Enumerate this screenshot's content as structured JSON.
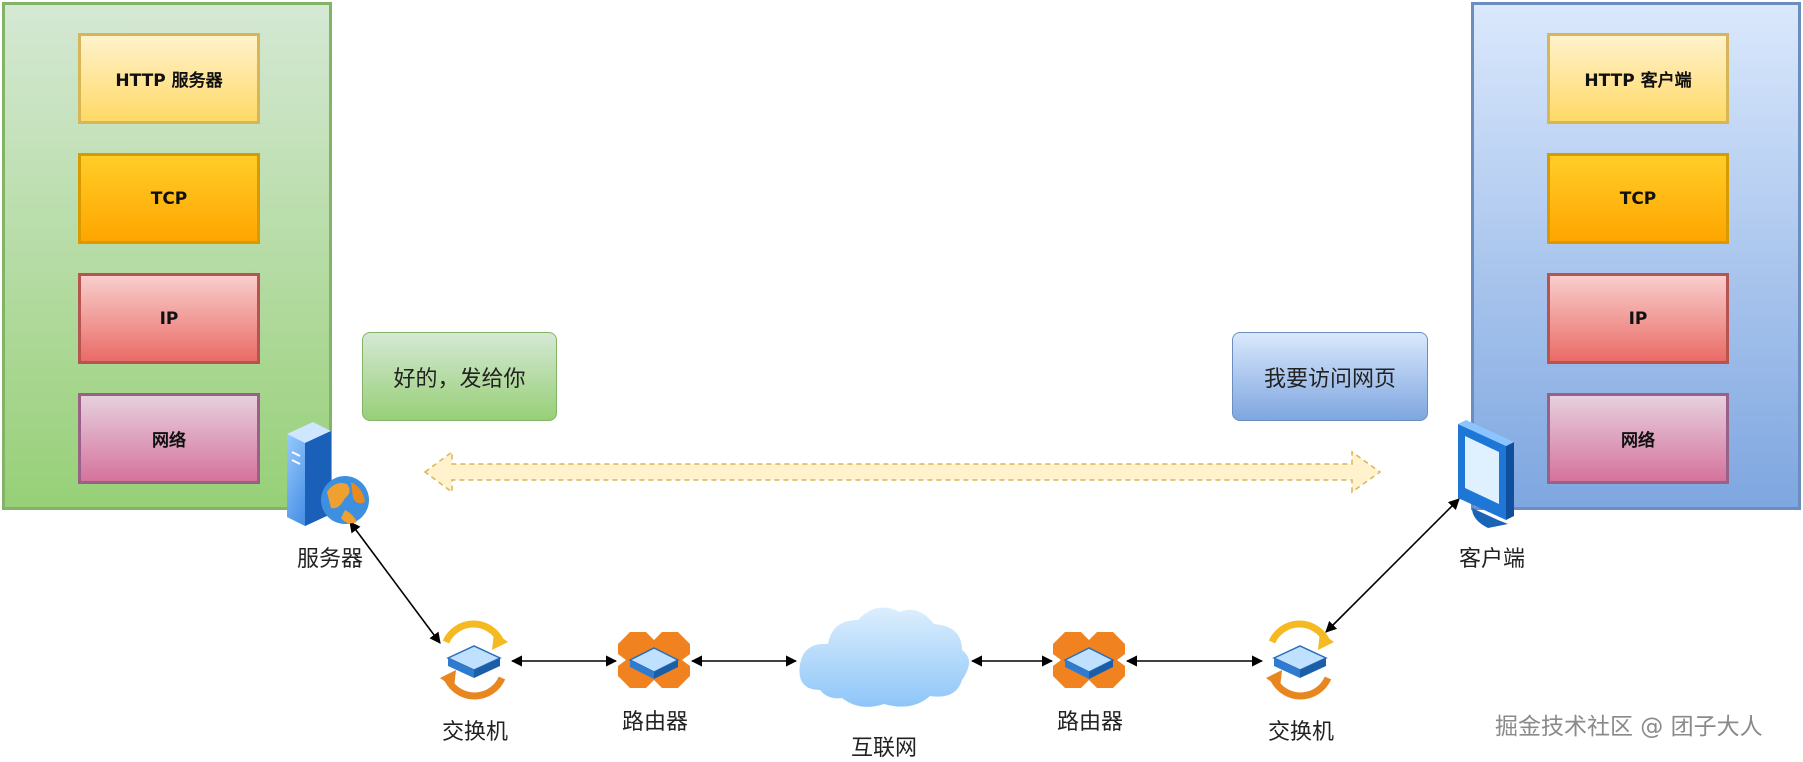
{
  "server_stack": {
    "layers": [
      "HTTP 服务器",
      "TCP",
      "IP",
      "网络"
    ]
  },
  "client_stack": {
    "layers": [
      "HTTP 客户端",
      "TCP",
      "IP",
      "网络"
    ]
  },
  "messages": {
    "server_reply": "好的，发给你",
    "client_request": "我要访问网页"
  },
  "nodes": {
    "server": "服务器",
    "client": "客户端",
    "switch_left": "交换机",
    "router_left": "路由器",
    "internet": "互联网",
    "router_right": "路由器",
    "switch_right": "交换机"
  },
  "watermark": "掘金技术社区 @ 团子大人",
  "colors": {
    "server_green": "#97d077",
    "client_blue": "#7ea6e0",
    "http_yellow": "#ffd966",
    "tcp_orange": "#ffa500",
    "ip_red": "#ea6b66",
    "net_pink": "#d5739d",
    "router_orange": "#f0831f",
    "cloud_blue": "#a9d3fb",
    "switch_yellow": "#f5b921"
  },
  "icons": {
    "server": "server-globe-icon",
    "client": "monitor-icon",
    "switch": "switch-icon",
    "router": "router-icon",
    "internet": "cloud-icon"
  }
}
